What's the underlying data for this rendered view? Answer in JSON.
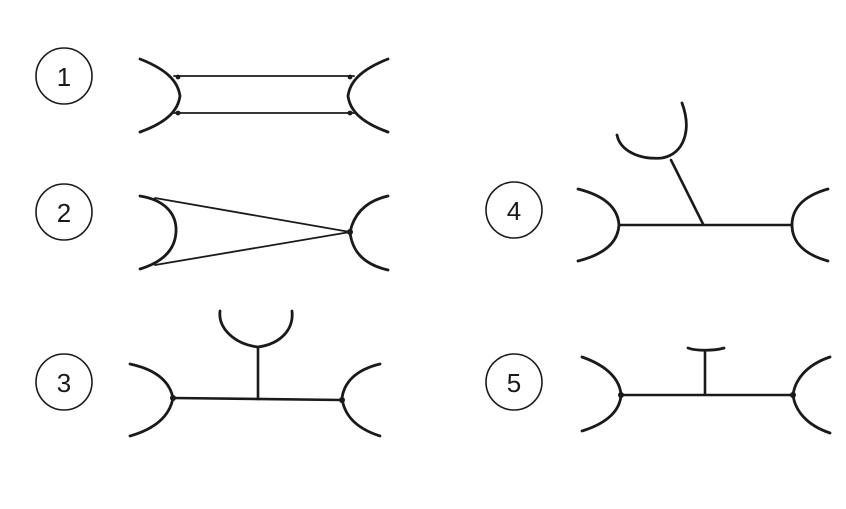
{
  "figures": [
    {
      "number": "1",
      "icon": "two-parallel-lines-between-curved-ends"
    },
    {
      "number": "2",
      "icon": "converging-lines-between-curved-ends"
    },
    {
      "number": "3",
      "icon": "t-junction-with-cup-branch"
    },
    {
      "number": "4",
      "icon": "angled-branch-with-cup-end"
    },
    {
      "number": "5",
      "icon": "t-junction-with-flat-cap-branch"
    }
  ]
}
